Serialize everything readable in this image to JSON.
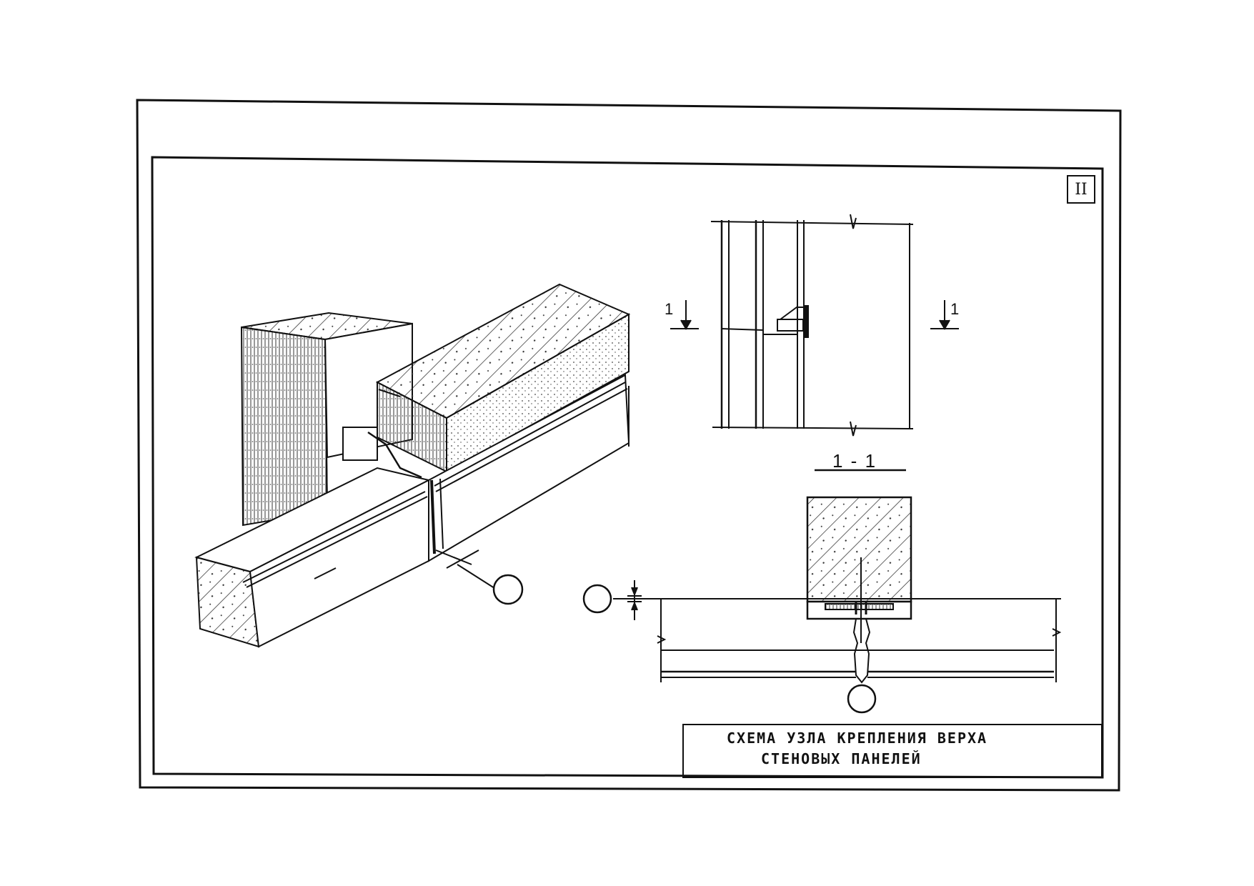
{
  "sheet": {
    "number": "II",
    "title_line1": "СХЕМА  УЗЛА  КРЕПЛЕНИЯ  ВЕРХА",
    "title_line2": "СТЕНОВЫХ  ПАНЕЛЕЙ"
  },
  "plan_view": {
    "cut_mark_left": "1",
    "cut_mark_right": "1"
  },
  "section": {
    "title": "1 - 1"
  },
  "colors": {
    "ink": "#111111",
    "paper": "#ffffff"
  }
}
